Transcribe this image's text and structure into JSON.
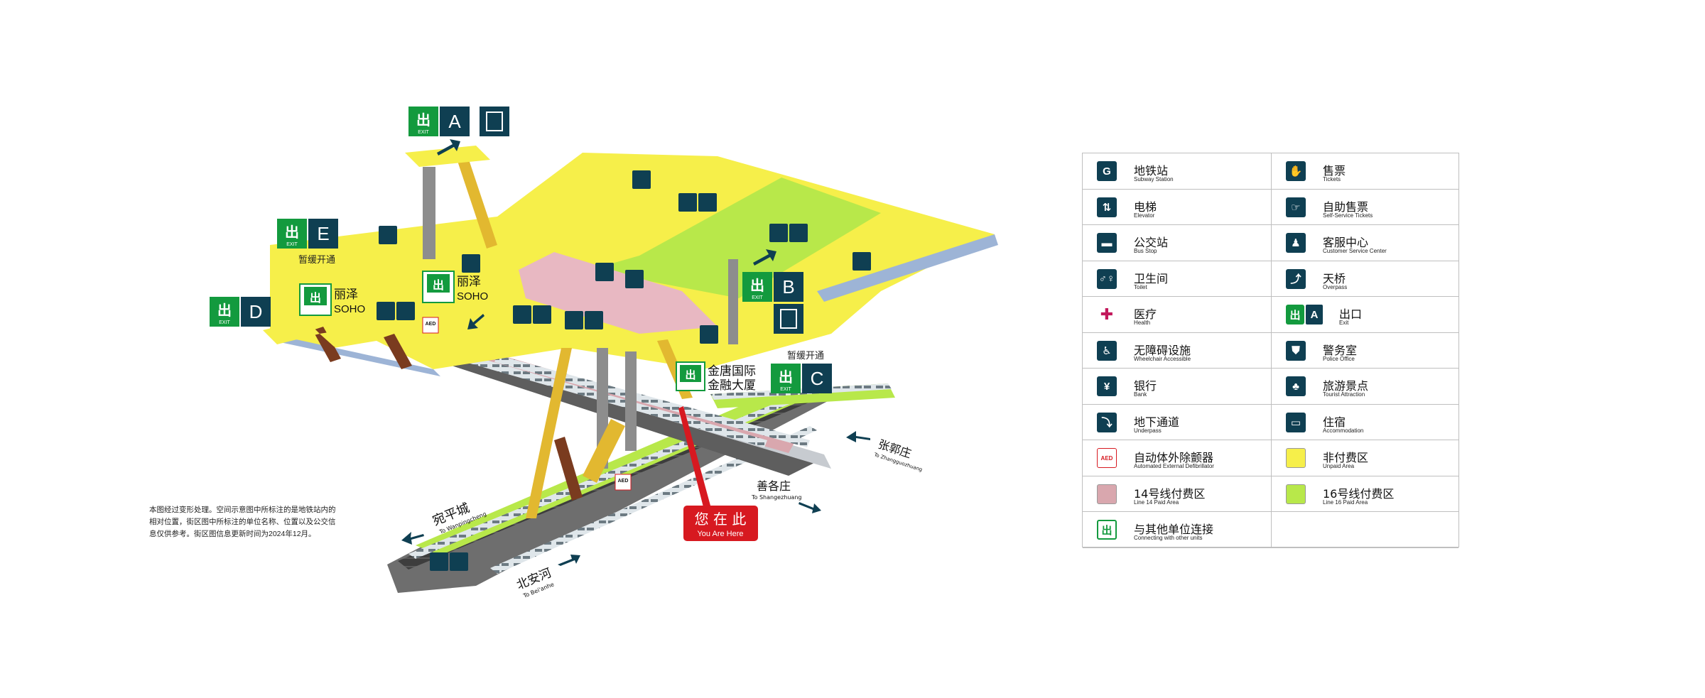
{
  "exits": {
    "A": {
      "exit_word": "出",
      "exit_en": "EXIT",
      "letter": "A"
    },
    "B": {
      "exit_word": "出",
      "exit_en": "EXIT",
      "letter": "B"
    },
    "C": {
      "exit_word": "出",
      "exit_en": "EXIT",
      "letter": "C"
    },
    "D": {
      "exit_word": "出",
      "exit_en": "EXIT",
      "letter": "D"
    },
    "E": {
      "exit_word": "出",
      "exit_en": "EXIT",
      "letter": "E"
    }
  },
  "labels": {
    "suspended_e": "暂缓开通",
    "suspended_c": "暂缓开通",
    "liz_soho_1_zh": "丽泽",
    "liz_soho_1_en": "SOHO",
    "liz_soho_2_zh": "丽泽",
    "liz_soho_2_en": "SOHO",
    "jintang_1": "金唐国际",
    "jintang_2": "金融大厦",
    "aed": "AED"
  },
  "you_are_here": {
    "zh": "您 在 此",
    "en": "You Are Here"
  },
  "directions": {
    "wanping_zh": "宛平城",
    "wanping_en": "To Wanpingcheng",
    "beianhe_zh": "北安河",
    "beianhe_en": "To Bei'anhe",
    "shangezhuang_zh": "善各庄",
    "shangezhuang_en": "To Shangezhuang",
    "zhangguozhuang_zh": "张郭庄",
    "zhangguozhuang_en": "To Zhangguozhuang"
  },
  "note": "本图经过变形处理。空间示意图中所标注的是地铁站内的相对位置，街区图中所标注的单位名称、位置以及公交信息仅供参考。街区图信息更新时间为2024年12月。",
  "colors": {
    "unpaid": "#f6ef4a",
    "line14": "#d9a7ae",
    "line16": "#b8e84a",
    "exit_green": "#139a3e",
    "sign_navy": "#0f3f52",
    "red": "#d71920"
  },
  "legend": [
    {
      "left": {
        "zh": "地铁站",
        "en": "Subway Station",
        "icon": "subway-station-icon",
        "glyph": "G"
      },
      "right": {
        "zh": "售票",
        "en": "Tickets",
        "icon": "tickets-icon",
        "glyph": "✋"
      }
    },
    {
      "left": {
        "zh": "电梯",
        "en": "Elevator",
        "icon": "elevator-icon",
        "glyph": "⇅"
      },
      "right": {
        "zh": "自助售票",
        "en": "Self-Service Tickets",
        "icon": "self-service-tickets-icon",
        "glyph": "☞"
      }
    },
    {
      "left": {
        "zh": "公交站",
        "en": "Bus Stop",
        "icon": "bus-stop-icon",
        "glyph": "▬"
      },
      "right": {
        "zh": "客服中心",
        "en": "Customer Service Center",
        "icon": "service-center-icon",
        "glyph": "♟"
      }
    },
    {
      "left": {
        "zh": "卫生间",
        "en": "Toilet",
        "icon": "toilet-icon",
        "glyph": "♂♀"
      },
      "right": {
        "zh": "天桥",
        "en": "Overpass",
        "icon": "overpass-icon",
        "glyph": "⤴"
      }
    },
    {
      "left": {
        "zh": "医疗",
        "en": "Health",
        "icon": "health-icon",
        "glyph": "✚"
      },
      "right": {
        "zh": "出口",
        "en": "Exit",
        "icon": "exit-icon",
        "glyph": "出",
        "letter": "A"
      }
    },
    {
      "left": {
        "zh": "无障碍设施",
        "en": "Wheelchair Accessible",
        "icon": "wheelchair-icon",
        "glyph": "♿"
      },
      "right": {
        "zh": "警务室",
        "en": "Police Office",
        "icon": "police-icon",
        "glyph": "⛊"
      }
    },
    {
      "left": {
        "zh": "银行",
        "en": "Bank",
        "icon": "bank-icon",
        "glyph": "¥"
      },
      "right": {
        "zh": "旅游景点",
        "en": "Tourist Attraction",
        "icon": "tourist-attraction-icon",
        "glyph": "♣"
      }
    },
    {
      "left": {
        "zh": "地下通道",
        "en": "Underpass",
        "icon": "underpass-icon",
        "glyph": "⤵"
      },
      "right": {
        "zh": "住宿",
        "en": "Accommodation",
        "icon": "accommodation-icon",
        "glyph": "▭"
      }
    },
    {
      "left": {
        "zh": "自动体外除颤器",
        "en": "Automated External Defibrillator",
        "icon": "aed-icon",
        "glyph": "AED"
      },
      "right": {
        "zh": "非付费区",
        "en": "Unpaid Area",
        "icon": "unpaid-area-swatch",
        "swatch": "#f6ef4a"
      }
    },
    {
      "left": {
        "zh": "14号线付费区",
        "en": "Line 14 Paid Area",
        "icon": "line14-area-swatch",
        "swatch": "#d9a7ae"
      },
      "right": {
        "zh": "16号线付费区",
        "en": "Line 16 Paid Area",
        "icon": "line16-area-swatch",
        "swatch": "#b8e84a"
      }
    },
    {
      "left": {
        "zh": "与其他单位连接",
        "en": "Connecting with other units",
        "icon": "connection-icon",
        "glyph": "出"
      },
      "right": null
    }
  ]
}
